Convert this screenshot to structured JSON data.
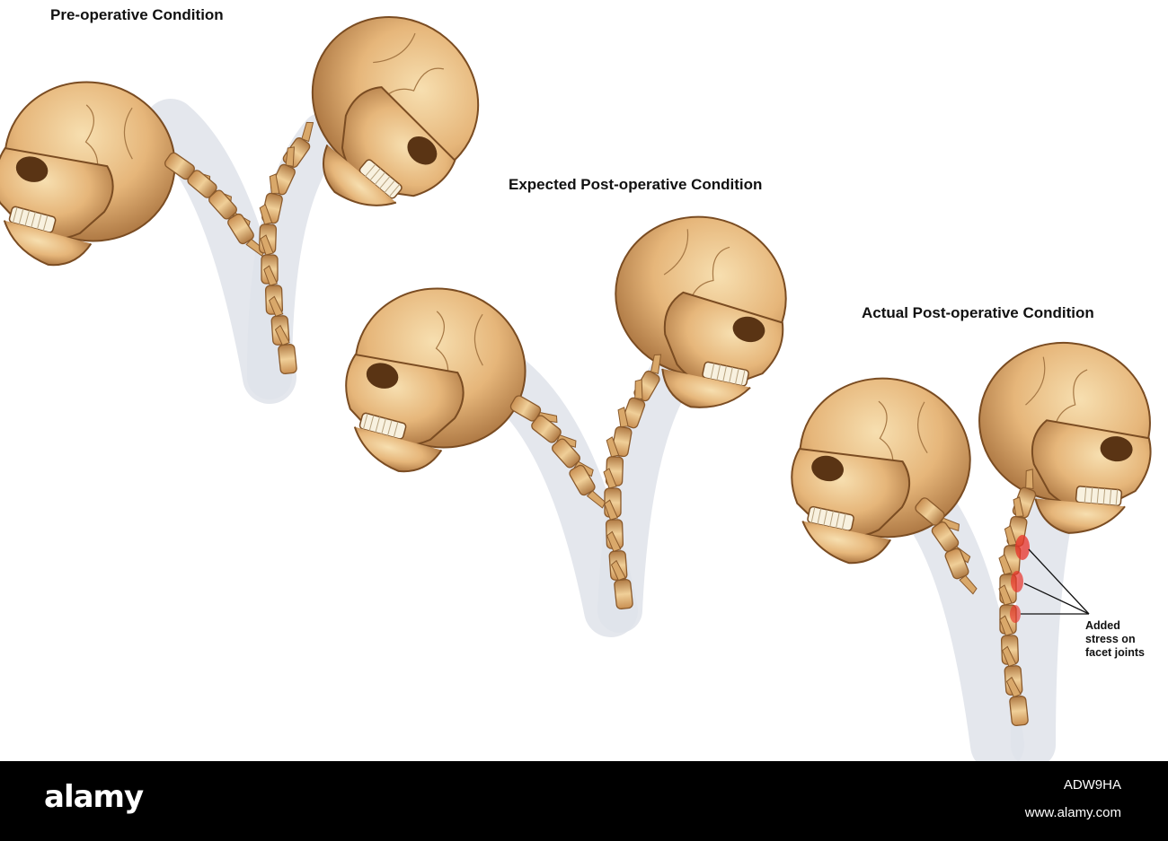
{
  "titles": {
    "pre_operative": "Pre-operative Condition",
    "expected_post_operative": "Expected Post-operative Condition",
    "actual_post_operative": "Actual Post-operative Condition"
  },
  "annotation": {
    "lines": [
      "Added",
      "stress on",
      "facet joints"
    ]
  },
  "footer": {
    "brand": "alamy",
    "image_code": "ADW9HA",
    "website": "www.alamy.com"
  },
  "colors": {
    "bone_light": "#f0cf98",
    "bone_mid": "#d9a86a",
    "bone_dark": "#8a5a2c",
    "soft_tissue": "#dfe3ea",
    "vertebra_label": "#2fd0e8",
    "stress_red": "#e8322a",
    "footer_bg": "#000000"
  },
  "icons": [
    "skull",
    "cervical-spine",
    "stress-highlight"
  ]
}
